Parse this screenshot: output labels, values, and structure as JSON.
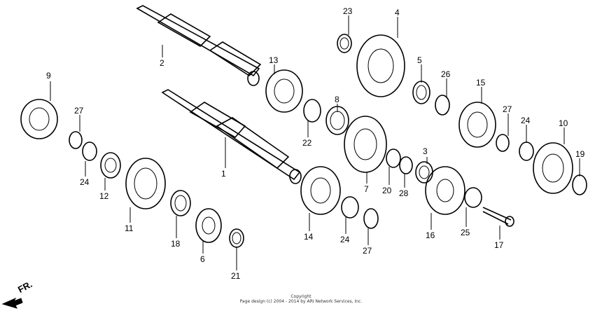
{
  "copyright": {
    "line1": "Copyright",
    "line2": "Page design (c) 2004 - 2014 by ARI Network Services, Inc."
  },
  "direction_label": "FR.",
  "callouts": [
    {
      "id": "c1",
      "number": "1"
    },
    {
      "id": "c2",
      "number": "2"
    },
    {
      "id": "c3",
      "number": "3"
    },
    {
      "id": "c4",
      "number": "4"
    },
    {
      "id": "c5",
      "number": "5"
    },
    {
      "id": "c6",
      "number": "6"
    },
    {
      "id": "c7",
      "number": "7"
    },
    {
      "id": "c8",
      "number": "8"
    },
    {
      "id": "c9",
      "number": "9"
    },
    {
      "id": "c10",
      "number": "10"
    },
    {
      "id": "c11",
      "number": "11"
    },
    {
      "id": "c12",
      "number": "12"
    },
    {
      "id": "c13",
      "number": "13"
    },
    {
      "id": "c14",
      "number": "14"
    },
    {
      "id": "c15",
      "number": "15"
    },
    {
      "id": "c16",
      "number": "16"
    },
    {
      "id": "c17",
      "number": "17"
    },
    {
      "id": "c18",
      "number": "18"
    },
    {
      "id": "c19",
      "number": "19"
    },
    {
      "id": "c20",
      "number": "20"
    },
    {
      "id": "c21",
      "number": "21"
    },
    {
      "id": "c22",
      "number": "22"
    },
    {
      "id": "c23",
      "number": "23"
    },
    {
      "id": "c24a",
      "number": "24"
    },
    {
      "id": "c24b",
      "number": "24"
    },
    {
      "id": "c24c",
      "number": "24"
    },
    {
      "id": "c25",
      "number": "25"
    },
    {
      "id": "c26",
      "number": "26"
    },
    {
      "id": "c27a",
      "number": "27"
    },
    {
      "id": "c27b",
      "number": "27"
    },
    {
      "id": "c27c",
      "number": "27"
    },
    {
      "id": "c28",
      "number": "28"
    }
  ]
}
